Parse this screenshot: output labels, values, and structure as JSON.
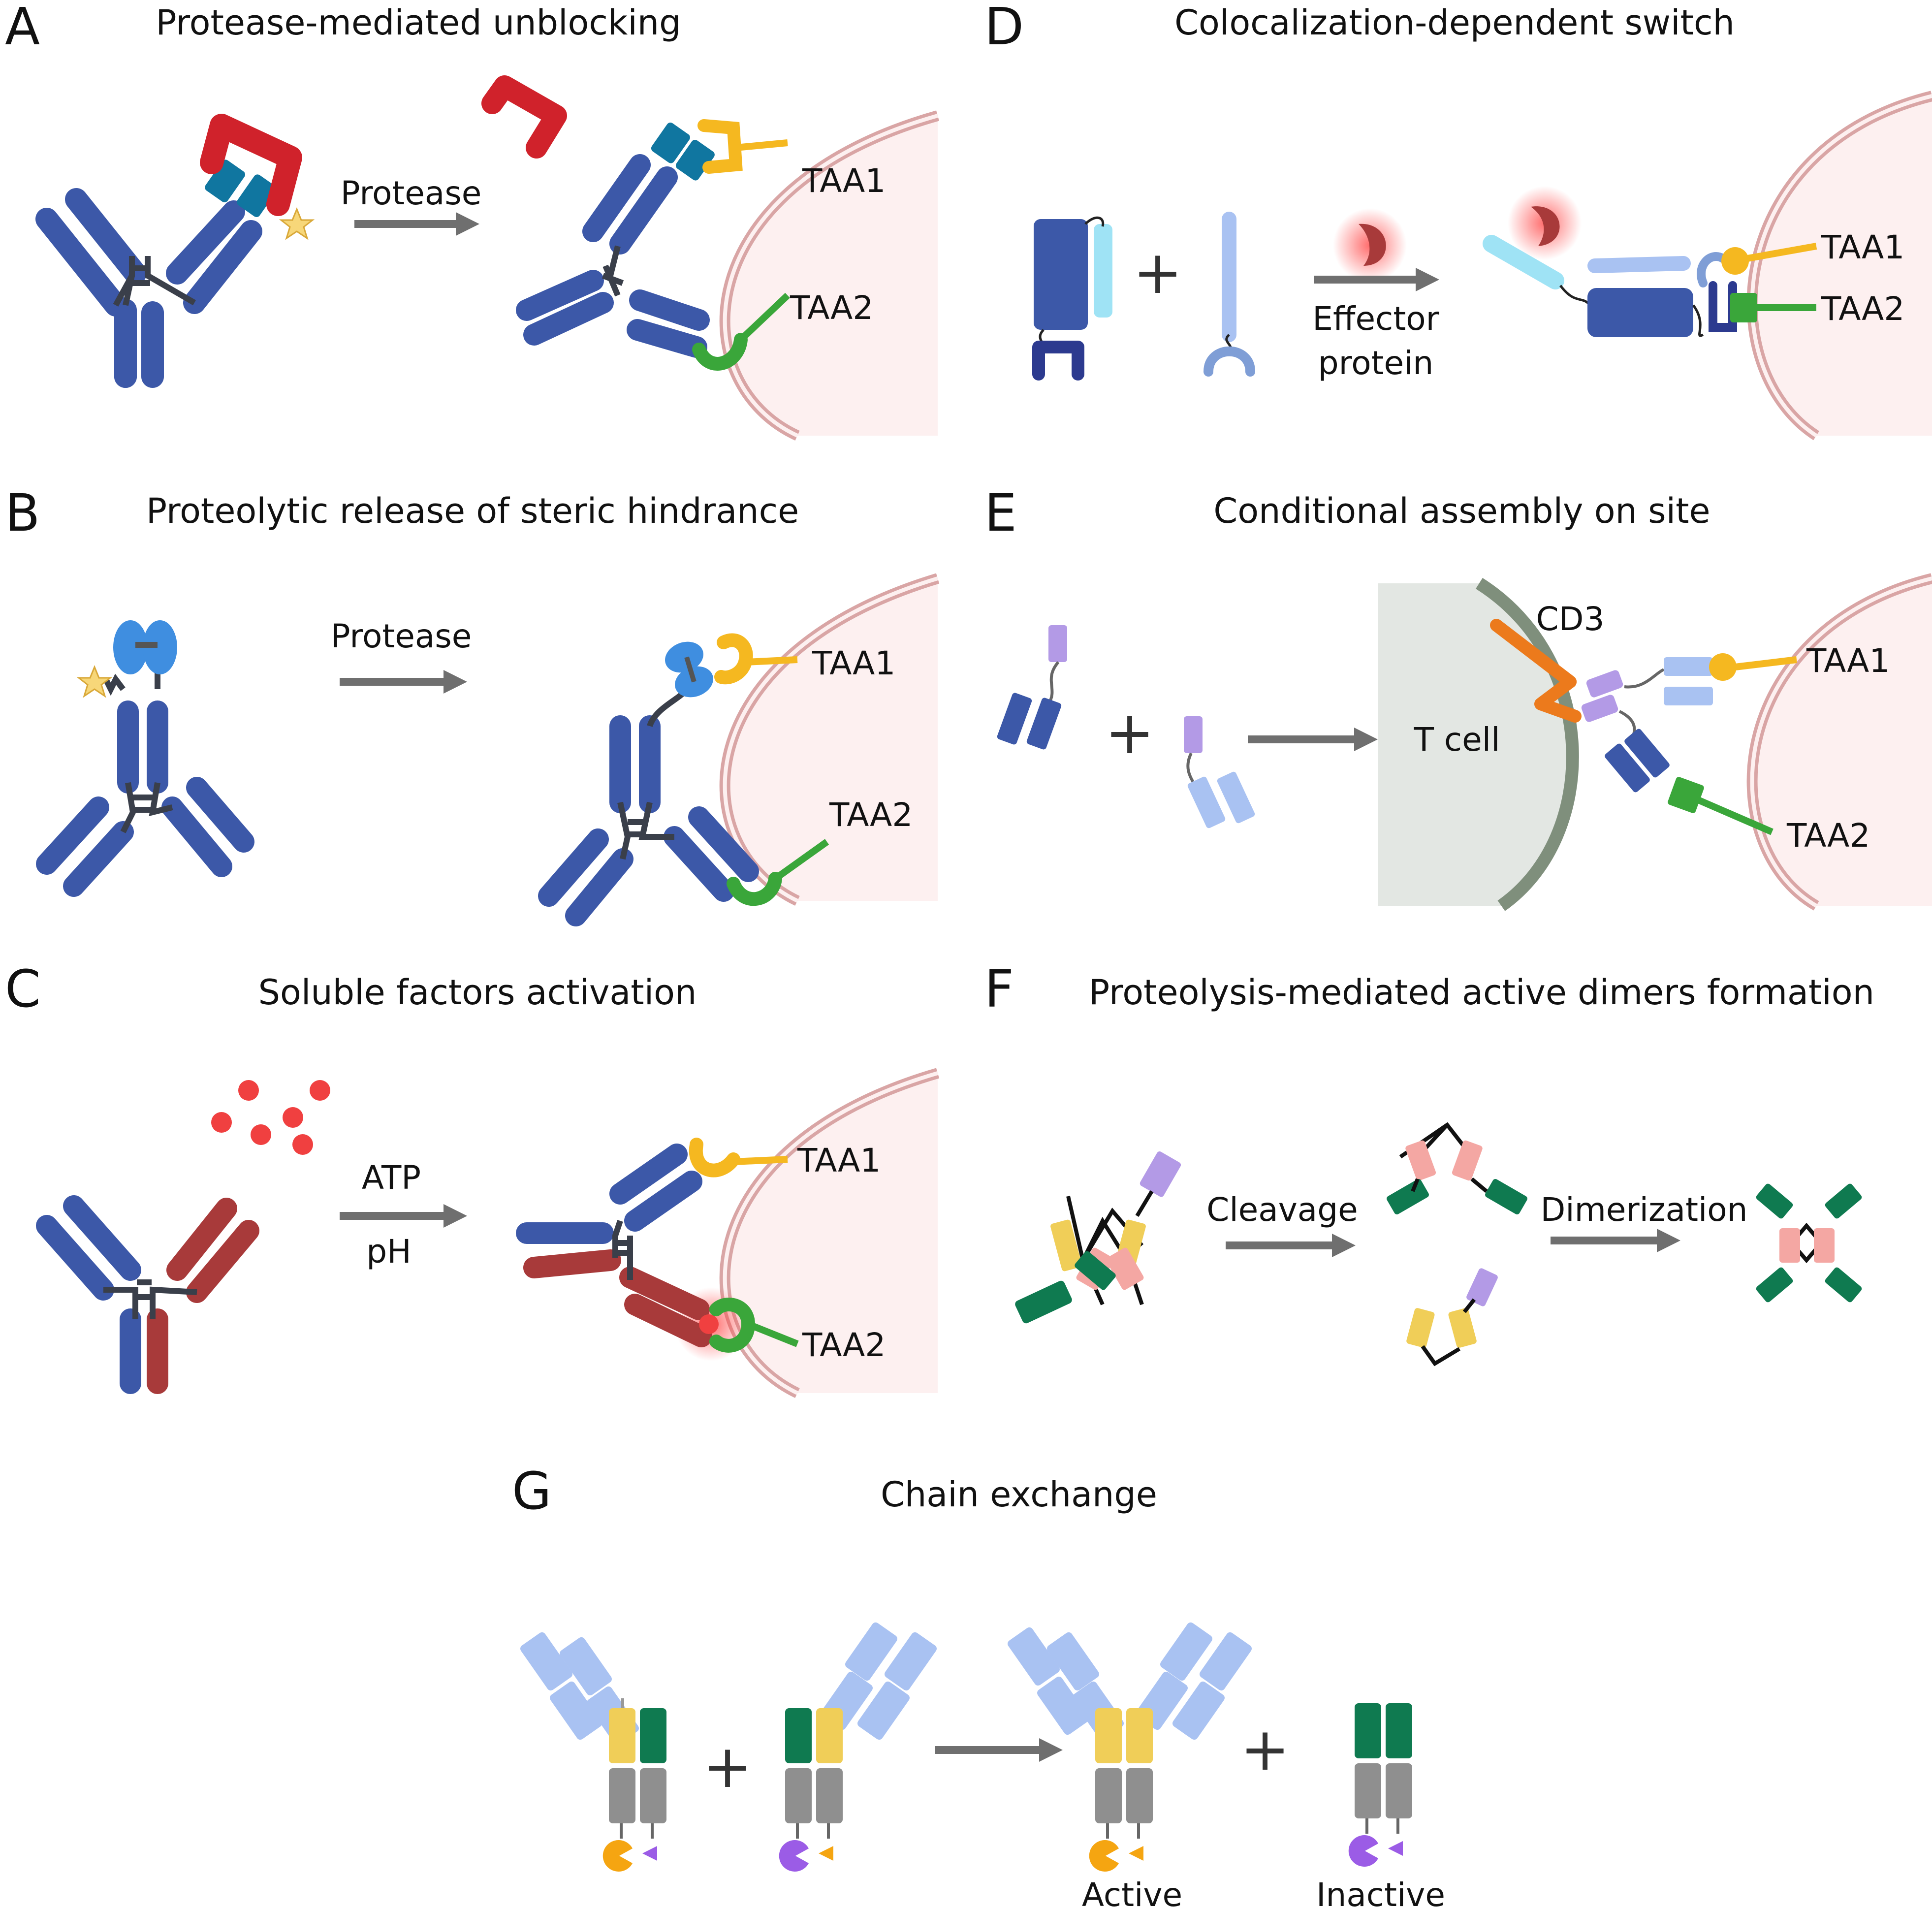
{
  "panels": {
    "A": {
      "letter": "A",
      "title": "Protease-mediated unblocking",
      "arrow_label": "Protease",
      "taa1": "TAA1",
      "taa2": "TAA2"
    },
    "B": {
      "letter": "B",
      "title": "Proteolytic release of steric hindrance",
      "arrow_label": "Protease",
      "taa1": "TAA1",
      "taa2": "TAA2"
    },
    "C": {
      "letter": "C",
      "title": "Soluble factors activation",
      "arrow_label_top": "ATP",
      "arrow_label_bottom": "pH",
      "taa1": "TAA1",
      "taa2": "TAA2"
    },
    "D": {
      "letter": "D",
      "title": "Colocalization-dependent  switch",
      "plus": "+",
      "arrow_label_line1": "Effector",
      "arrow_label_line2": "protein",
      "taa1": "TAA1",
      "taa2": "TAA2"
    },
    "E": {
      "letter": "E",
      "title": "Conditional assembly on site",
      "plus": "+",
      "tcell": "T cell",
      "cd3": "CD3",
      "taa1": "TAA1",
      "taa2": "TAA2"
    },
    "F": {
      "letter": "F",
      "title": "Proteolysis-mediated active dimers formation",
      "step1": "Cleavage",
      "step2": "Dimerization"
    },
    "G": {
      "letter": "G",
      "title": "Chain exchange",
      "plus": "+",
      "active": "Active",
      "inactive": "Inactive"
    }
  },
  "colors": {
    "ab_blue": "#3c58a8",
    "ab_red": "#a83a3a",
    "blocker_red": "#d0222b",
    "teal": "#1076a0",
    "yellow_receptor": "#f5b820",
    "green_receptor": "#3aa63a",
    "cell_pink": "#fdf0f0",
    "cell_membrane": "#d9a5a5",
    "arrow_gray": "#6f6f6f",
    "light_blue": "#a9c2f2",
    "purple": "#b39ae6",
    "orange": "#ec7a1c",
    "dark_green": "#0f7a50",
    "salmon": "#f4a7a3",
    "gold": "#f0ce58",
    "gray_fc": "#8f8f8f",
    "tcell_fill": "#e3e7e3",
    "tcell_membrane": "#7f8f7c"
  }
}
